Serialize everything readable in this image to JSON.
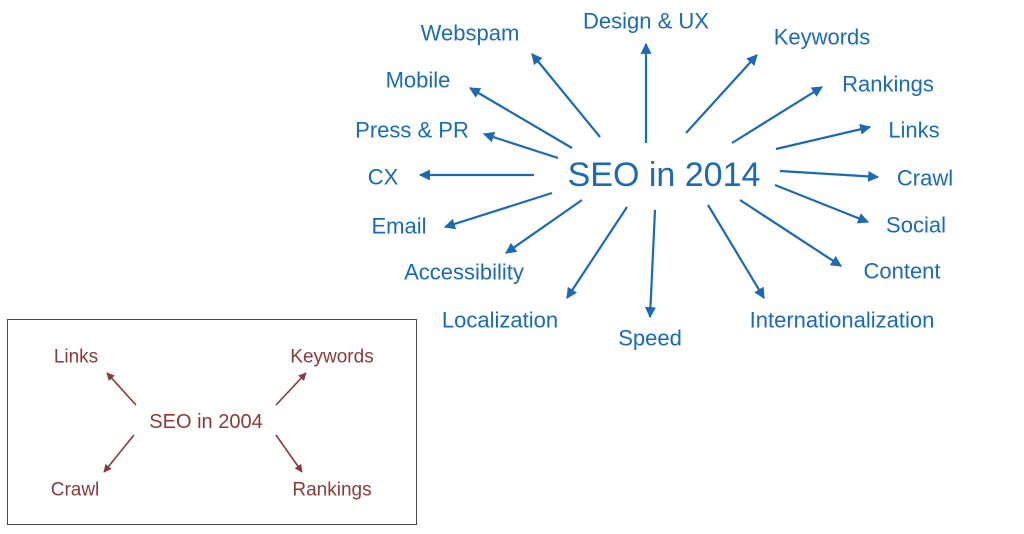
{
  "colors": {
    "blue": "#1a6ab5",
    "red": "#8b3a3a",
    "box_border": "#4a4a4a",
    "background": "#ffffff"
  },
  "seo2014": {
    "center": "SEO in 2014",
    "nodes": [
      {
        "key": "design-ux",
        "label": "Design & UX"
      },
      {
        "key": "webspam",
        "label": "Webspam"
      },
      {
        "key": "keywords",
        "label": "Keywords"
      },
      {
        "key": "mobile",
        "label": "Mobile"
      },
      {
        "key": "rankings",
        "label": "Rankings"
      },
      {
        "key": "press-pr",
        "label": "Press & PR"
      },
      {
        "key": "links",
        "label": "Links"
      },
      {
        "key": "cx",
        "label": "CX"
      },
      {
        "key": "crawl",
        "label": "Crawl"
      },
      {
        "key": "email",
        "label": "Email"
      },
      {
        "key": "social",
        "label": "Social"
      },
      {
        "key": "accessibility",
        "label": "Accessibility"
      },
      {
        "key": "content",
        "label": "Content"
      },
      {
        "key": "localization",
        "label": "Localization"
      },
      {
        "key": "speed",
        "label": "Speed"
      },
      {
        "key": "internationalization",
        "label": "Internationalization"
      }
    ]
  },
  "seo2004": {
    "center": "SEO in 2004",
    "nodes": [
      {
        "key": "links",
        "label": "Links"
      },
      {
        "key": "keywords",
        "label": "Keywords"
      },
      {
        "key": "crawl",
        "label": "Crawl"
      },
      {
        "key": "rankings",
        "label": "Rankings"
      }
    ]
  }
}
